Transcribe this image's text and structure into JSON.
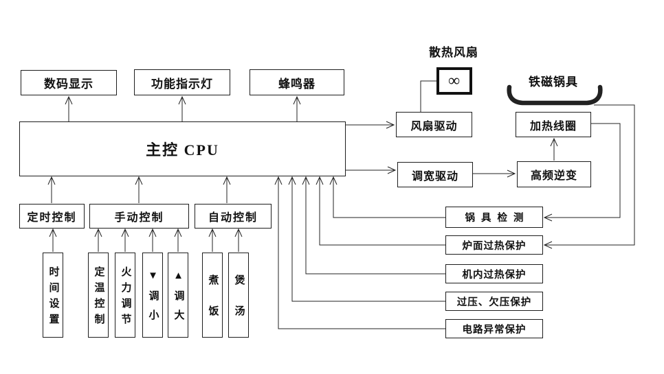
{
  "boxes": {
    "digital_display": "数码显示",
    "indicator_light": "功能指示灯",
    "buzzer": "蜂鸣器",
    "cpu": "主控 CPU",
    "fan_label": "散热风扇",
    "fan_symbol": "∞",
    "pot_label": "铁磁锅具",
    "fan_drive": "风扇驱动",
    "pwm_drive": "调宽驱动",
    "heating_coil": "加热线圈",
    "hf_inverter": "高频逆变",
    "pot_detect": "锅具检测",
    "surface_overheat": "炉面过热保护",
    "internal_overheat": "机内过热保护",
    "voltage_protect": "过压、欠压保护",
    "circuit_protect": "电路异常保护",
    "timer_control": "定时控制",
    "manual_control": "手动控制",
    "auto_control": "自动控制",
    "time_setting": "时间设置",
    "temp_control": "定温控制",
    "power_adjust": "火力调节",
    "adjust_down": "▼调小",
    "adjust_up": "▲调大",
    "cook_rice": "煮饭",
    "cook_soup": "煲汤"
  }
}
